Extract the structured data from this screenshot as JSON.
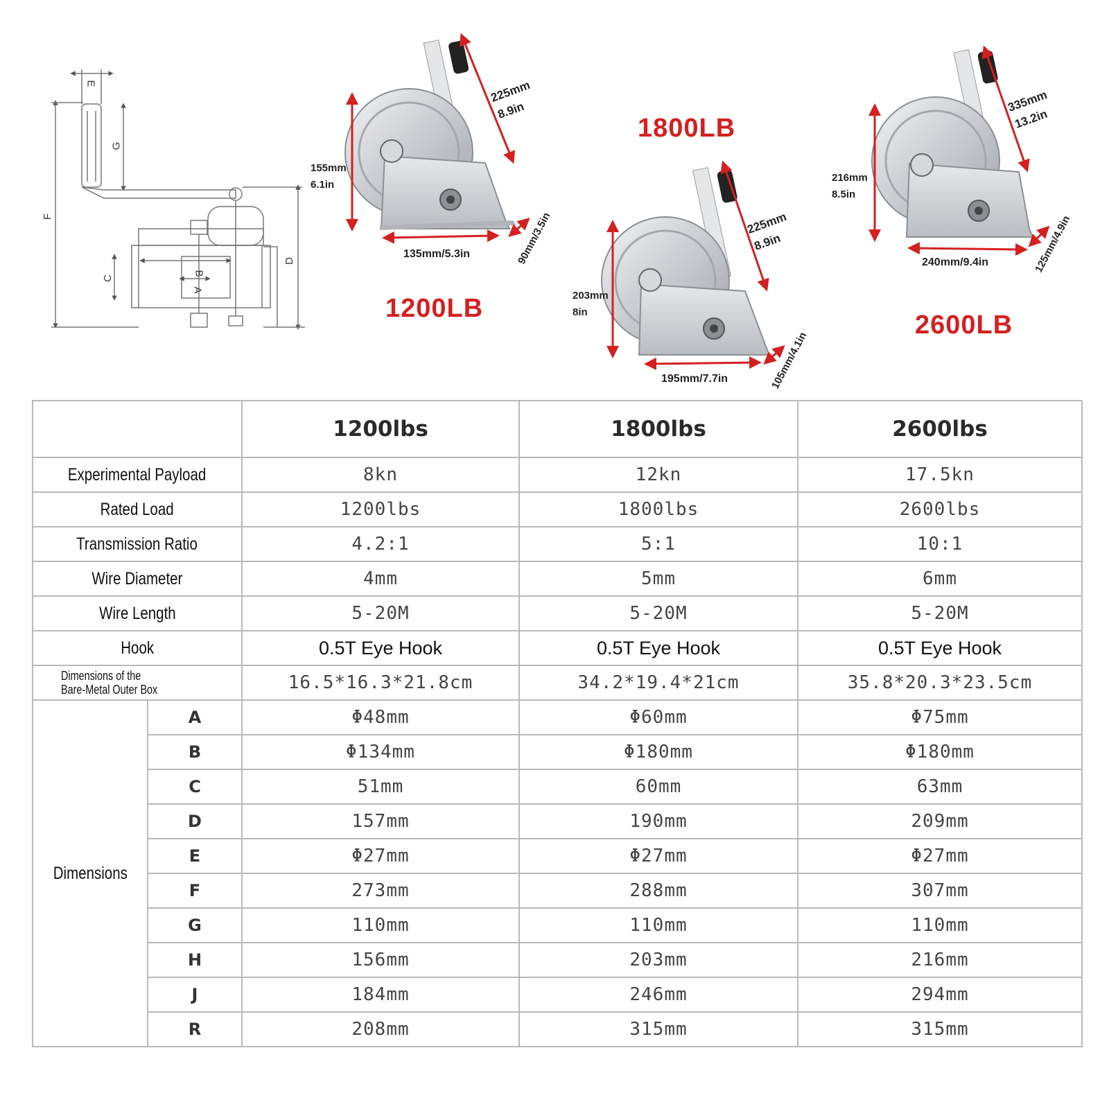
{
  "winches": [
    {
      "label": "1200LB",
      "height_mm": "155mm",
      "height_in": "6.1in",
      "handle_mm": "225mm",
      "handle_in": "8.9in",
      "width_mm_in": "135mm/5.3in",
      "depth_mm_in": "90mm/3.5in"
    },
    {
      "label": "1800LB",
      "height_mm": "203mm",
      "height_in": "8in",
      "handle_mm": "225mm",
      "handle_in": "8.9in",
      "width_mm_in": "195mm/7.7in",
      "depth_mm_in": "105mm/4.1in"
    },
    {
      "label": "2600LB",
      "height_mm": "216mm",
      "height_in": "8.5in",
      "handle_mm": "335mm",
      "handle_in": "13.2in",
      "width_mm_in": "240mm/9.4in",
      "depth_mm_in": "125mm/4.9in"
    }
  ],
  "schematic_letters": [
    "E",
    "G",
    "F",
    "C",
    "B",
    "A",
    "D"
  ],
  "colors": {
    "accent_red": "#d42020",
    "grid": "#b9b9b9",
    "steel": "#c9ccd0"
  },
  "table": {
    "columns": [
      "1200lbs",
      "1800lbs",
      "2600lbs"
    ],
    "rows": [
      {
        "label": "Experimental Payload",
        "values": [
          "8kn",
          "12kn",
          "17.5kn"
        ]
      },
      {
        "label": "Rated Load",
        "values": [
          "1200lbs",
          "1800lbs",
          "2600lbs"
        ]
      },
      {
        "label": "Transmission Ratio",
        "values": [
          "4.2:1",
          "5:1",
          "10:1"
        ]
      },
      {
        "label": "Wire Diameter",
        "values": [
          "4mm",
          "5mm",
          "6mm"
        ]
      },
      {
        "label": "Wire Length",
        "values": [
          "5-20M",
          "5-20M",
          "5-20M"
        ]
      },
      {
        "label": "Hook",
        "values": [
          "0.5T Eye Hook",
          "0.5T Eye Hook",
          "0.5T Eye Hook"
        ]
      }
    ],
    "box_row": {
      "label_line1": "Dimensions of the",
      "label_line2": "Bare-Metal Outer Box",
      "values": [
        "16.5*16.3*21.8cm",
        "34.2*19.4*21cm",
        "35.8*20.3*23.5cm"
      ]
    },
    "dimensions_label": "Dimensions",
    "dimension_rows": [
      {
        "letter": "A",
        "values": [
          "Φ48mm",
          "Φ60mm",
          "Φ75mm"
        ]
      },
      {
        "letter": "B",
        "values": [
          "Φ134mm",
          "Φ180mm",
          "Φ180mm"
        ]
      },
      {
        "letter": "C",
        "values": [
          "51mm",
          "60mm",
          "63mm"
        ]
      },
      {
        "letter": "D",
        "values": [
          "157mm",
          "190mm",
          "209mm"
        ]
      },
      {
        "letter": "E",
        "values": [
          "Φ27mm",
          "Φ27mm",
          "Φ27mm"
        ]
      },
      {
        "letter": "F",
        "values": [
          "273mm",
          "288mm",
          "307mm"
        ]
      },
      {
        "letter": "G",
        "values": [
          "110mm",
          "110mm",
          "110mm"
        ]
      },
      {
        "letter": "H",
        "values": [
          "156mm",
          "203mm",
          "216mm"
        ]
      },
      {
        "letter": "J",
        "values": [
          "184mm",
          "246mm",
          "294mm"
        ]
      },
      {
        "letter": "R",
        "values": [
          "208mm",
          "315mm",
          "315mm"
        ]
      }
    ]
  }
}
